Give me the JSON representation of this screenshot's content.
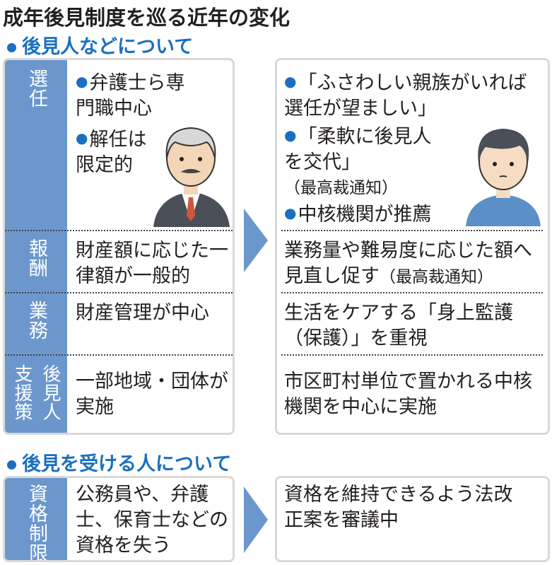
{
  "title": "成年後見制度を巡る近年の変化",
  "section1": {
    "heading": "後見人などについて",
    "rows": [
      {
        "label": "選任",
        "before": [
          "弁護士ら専門職中心",
          "解任は限定的"
        ],
        "after": [
          "「ふさわしい親族がいれば選任が望ましい」",
          "「柔軟に後見人を交代」",
          "（最高裁通知）",
          "中核機関が推薦"
        ]
      },
      {
        "label": "報酬",
        "before": "財産額に応じた一律額が一般的",
        "after": "業務量や難易度に応じた額へ見直し促す",
        "after_note": "（最高裁通知）"
      },
      {
        "label": "業務",
        "before": "財産管理が中心",
        "after": "生活をケアする「身上監護（保護）」を重視"
      },
      {
        "label": "後見人支援策",
        "before": "一部地域・団体が実施",
        "after": "市区町村単位で置かれる中核機関を中心に実施"
      }
    ]
  },
  "section2": {
    "heading": "後見を受ける人について",
    "rows": [
      {
        "label": "資格制限",
        "before": "公務員や、弁護士、保育士などの資格を失う",
        "after": "資格を維持できるよう法改正案を審議中"
      }
    ]
  },
  "colors": {
    "label_bg": "#6b97cd",
    "heading": "#1a6fc0"
  },
  "icons": [
    "bullet-dot-icon",
    "arrow-right-icon",
    "older-man-illustration",
    "young-man-illustration"
  ]
}
